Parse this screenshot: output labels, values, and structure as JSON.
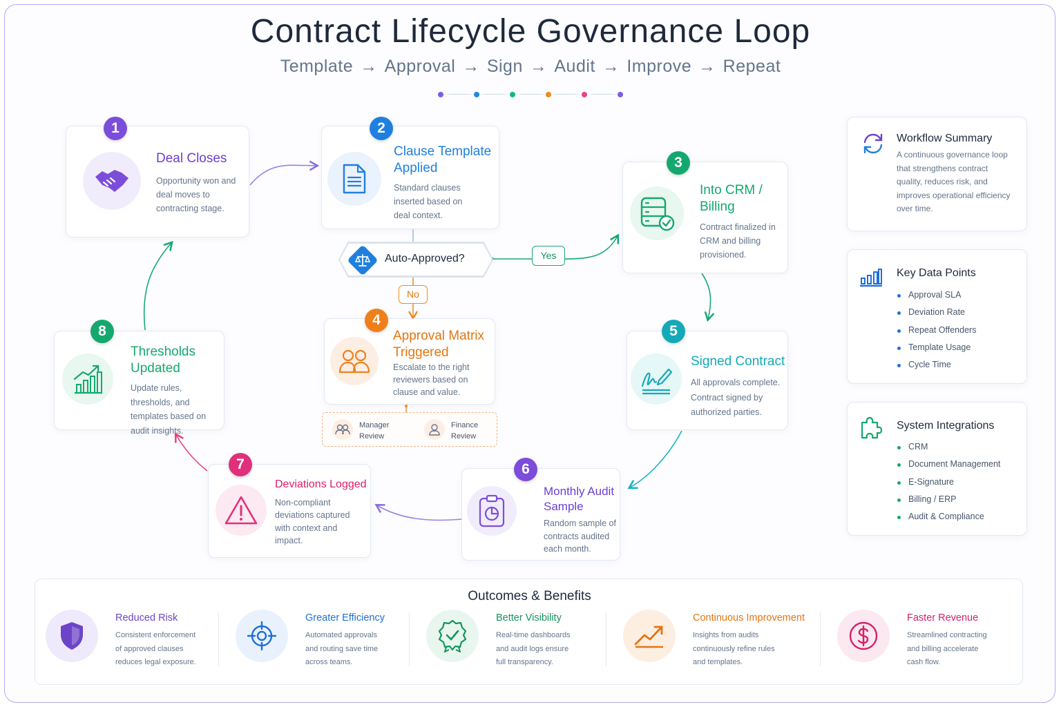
{
  "header": {
    "title": "Contract Lifecycle Governance Loop",
    "flow": [
      "Template",
      "Approval",
      "Sign",
      "Audit",
      "Improve",
      "Repeat"
    ],
    "flow_separator": "→",
    "dot_colors": [
      "#7c5ce6",
      "#1f86e9",
      "#14b87a",
      "#f08a24",
      "#ea3f8a",
      "#7c5ce6"
    ]
  },
  "steps": [
    {
      "number": "1",
      "title": "Deal Closes",
      "desc": "Opportunity won and deal moves to contracting stage.",
      "color": "#7c4ddb",
      "icon": "handshake-icon"
    },
    {
      "number": "2",
      "title": "Clause Template Applied",
      "desc": "Standard clauses inserted based on deal context.",
      "color": "#1f7fe0",
      "icon": "document-icon"
    },
    {
      "number": "3",
      "title": "Into CRM / Billing",
      "desc": "Contract finalized in CRM and billing provisioned.",
      "color": "#14a86e",
      "icon": "database-check-icon"
    },
    {
      "number": "4",
      "title": "Approval Matrix Triggered",
      "desc": "Escalate to the right reviewers based on clause and value.",
      "color": "#f07f1a",
      "icon": "users-icon"
    },
    {
      "number": "5",
      "title": "Signed Contract",
      "desc": "All approvals complete. Contract signed by authorized parties.",
      "color": "#14a9b8",
      "icon": "signature-icon"
    },
    {
      "number": "6",
      "title": "Monthly Audit Sample",
      "desc": "Random sample of contracts audited each month.",
      "color": "#7c4ddb",
      "icon": "clipboard-chart-icon"
    },
    {
      "number": "7",
      "title": "Deviations Logged",
      "desc": "Non-compliant deviations captured with context and impact.",
      "color": "#e0307a",
      "icon": "warning-icon"
    },
    {
      "number": "8",
      "title": "Thresholds Updated",
      "desc": "Update rules, thresholds, and templates based on audit insights.",
      "color": "#14a86e",
      "icon": "growth-chart-icon"
    }
  ],
  "decision": {
    "label": "Auto-Approved?",
    "yes": "Yes",
    "no": "No",
    "icon": "scales-icon"
  },
  "reviewers": [
    {
      "label": "Manager Review",
      "icon": "users-icon"
    },
    {
      "label": "Finance Review",
      "icon": "user-icon"
    }
  ],
  "sidebar": {
    "summary": {
      "title": "Workflow Summary",
      "desc": "A continuous governance loop that strengthens contract quality, reduces risk, and improves operational efficiency over time.",
      "icon": "refresh-icon"
    },
    "data_points": {
      "title": "Key Data Points",
      "items": [
        "Approval SLA",
        "Deviation Rate",
        "Repeat Offenders",
        "Template Usage",
        "Cycle Time"
      ],
      "icon": "bar-chart-icon",
      "color": "#1f6fd8"
    },
    "integrations": {
      "title": "System Integrations",
      "items": [
        "CRM",
        "Document Management",
        "E-Signature",
        "Billing / ERP",
        "Audit & Compliance"
      ],
      "icon": "puzzle-icon",
      "color": "#14a86e"
    }
  },
  "outcomes": {
    "title": "Outcomes & Benefits",
    "items": [
      {
        "title": "Reduced Risk",
        "desc": "Consistent enforcement of approved clauses reduces legal exposure.",
        "color": "#6d44c9",
        "icon": "shield-icon"
      },
      {
        "title": "Greater Efficiency",
        "desc": "Automated approvals and routing save time across teams.",
        "color": "#1f6fd8",
        "icon": "target-icon"
      },
      {
        "title": "Better Visibility",
        "desc": "Real-time dashboards and audit logs ensure full transparency.",
        "color": "#14935f",
        "icon": "badge-check-icon"
      },
      {
        "title": "Continuous Improvement",
        "desc": "Insights from audits continuously refine rules and templates.",
        "color": "#e5740f",
        "icon": "trend-up-icon"
      },
      {
        "title": "Faster Revenue",
        "desc": "Streamlined contracting and billing accelerate cash flow.",
        "color": "#d81e6a",
        "icon": "dollar-icon"
      }
    ]
  }
}
